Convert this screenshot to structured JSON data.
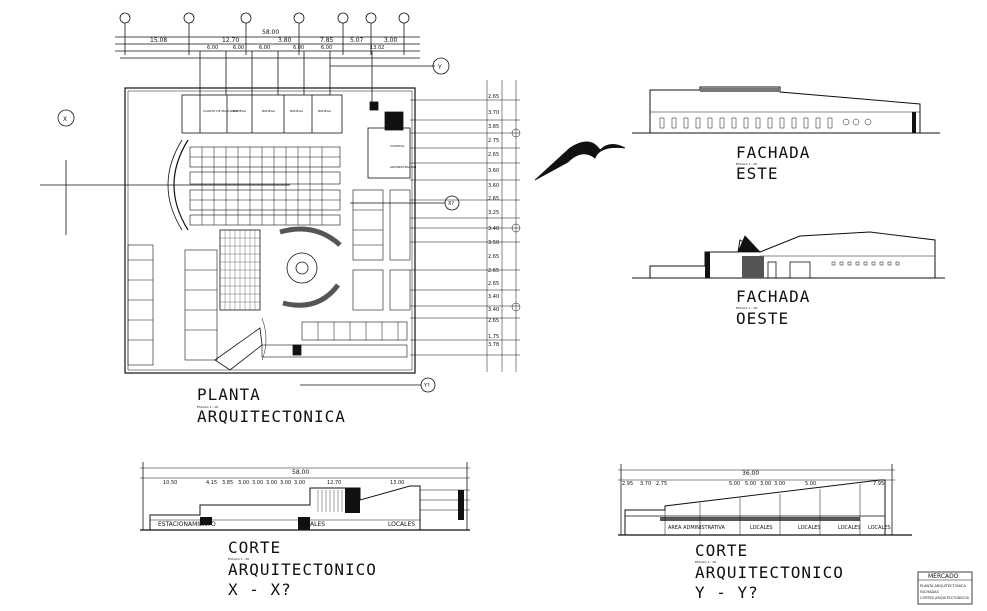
{
  "drawing": {
    "plan": {
      "title_line1": "PLANTA",
      "title_line2": "ARQUITECTONICA",
      "scale": "ESCALA 1 : 00",
      "dims_top": [
        "15.08",
        "12.70",
        "3.80",
        "7.85",
        "5.07",
        "3.00"
      ],
      "dims_top_sub": [
        "6.00",
        "6.00",
        "6.00",
        "6.00",
        "6.00",
        "13.02"
      ],
      "dim_total": "58.00",
      "grid_axis_labels": [
        "X",
        "Y",
        "X?",
        "Y?"
      ],
      "right_dims": [
        "2.65",
        "3.70",
        "3.85",
        "2.75",
        "2.65",
        "3.60",
        "3.60",
        "2.65",
        "3.25",
        "3.40",
        "3.50",
        "2.65",
        "2.65",
        "2.65",
        "3.40",
        "3.40",
        "2.65",
        "1.75",
        "3.78"
      ],
      "room_labels": [
        "CUARTO DE MAQUINAS",
        "BODEGA",
        "BODEGA",
        "BODEGA",
        "BODEGA",
        "CONTROL",
        "ADMINISTRACION"
      ]
    },
    "elevation_east": {
      "title_line1": "FACHADA",
      "title_line2": "ESTE",
      "scale": "ESCALA 1 : 00"
    },
    "elevation_west": {
      "title_line1": "FACHADA",
      "title_line2": "OESTE",
      "scale": "ESCALA 1 : 00"
    },
    "section_x": {
      "title_line1": "CORTE",
      "title_line2": "ARQUITECTONICO",
      "title_line3": "X - X?",
      "scale": "ESCALA 1 : 00",
      "dim_total": "58.00",
      "dims": [
        "10.50",
        "4.15",
        "3.85",
        "3.00",
        "3.00",
        "3.00",
        "3.00",
        "3.00",
        "12.70",
        "13.00"
      ],
      "labels": [
        "ESTACIONAMIENTO",
        "LOCALES",
        "LOCALES"
      ]
    },
    "section_y": {
      "title_line1": "CORTE",
      "title_line2": "ARQUITECTONICO",
      "title_line3": "Y - Y?",
      "scale": "ESCALA 1 : 00",
      "dim_total": "36.00",
      "dims": [
        "2.95",
        "3.70",
        "2.75",
        "5.00",
        "5.00",
        "3.00",
        "3.00",
        "5.00",
        "7.95"
      ],
      "labels": [
        "AREA ADMINISTRATIVA",
        "LOCALES",
        "LOCALES",
        "LOCALES",
        "LOCALES"
      ]
    },
    "title_block": {
      "project": "MERCADO",
      "lines": [
        "PLANTA ARQUITECTONICA",
        "FACHADAS",
        "CORTES ARQUITECTONICOS"
      ]
    }
  }
}
